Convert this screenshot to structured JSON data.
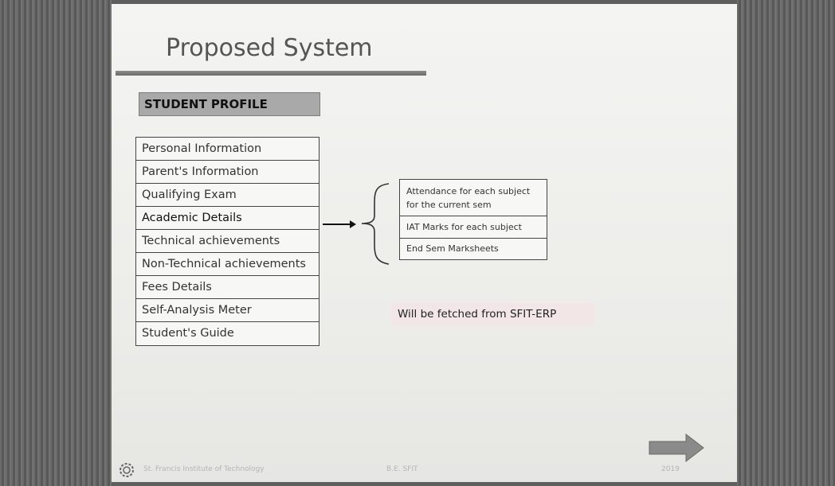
{
  "slide": {
    "title": "Proposed System",
    "profile_heading": "STUDENT PROFILE",
    "menu_items": [
      "Personal Information",
      "Parent's Information",
      "Qualifying Exam",
      "Academic Details",
      "Technical achievements",
      "Non-Technical achievements",
      "Fees Details",
      "Self-Analysis Meter",
      "Student's Guide"
    ],
    "academic_details": [
      "Attendance for each subject for the current sem",
      "IAT Marks for each subject",
      "End Sem Marksheets"
    ],
    "note": "Will be fetched from SFIT-ERP"
  },
  "footer": {
    "institute": "St. Francis Institute of Technology",
    "center": "B.E. SFIT",
    "right": "2019"
  },
  "icons": {
    "next": "right-arrow-icon",
    "logo": "gear-logo-icon"
  },
  "colors": {
    "heading_bg": "#a9a9a9",
    "note_bg": "#f2e6e6",
    "arrow_fill": "#8a8a8a"
  }
}
